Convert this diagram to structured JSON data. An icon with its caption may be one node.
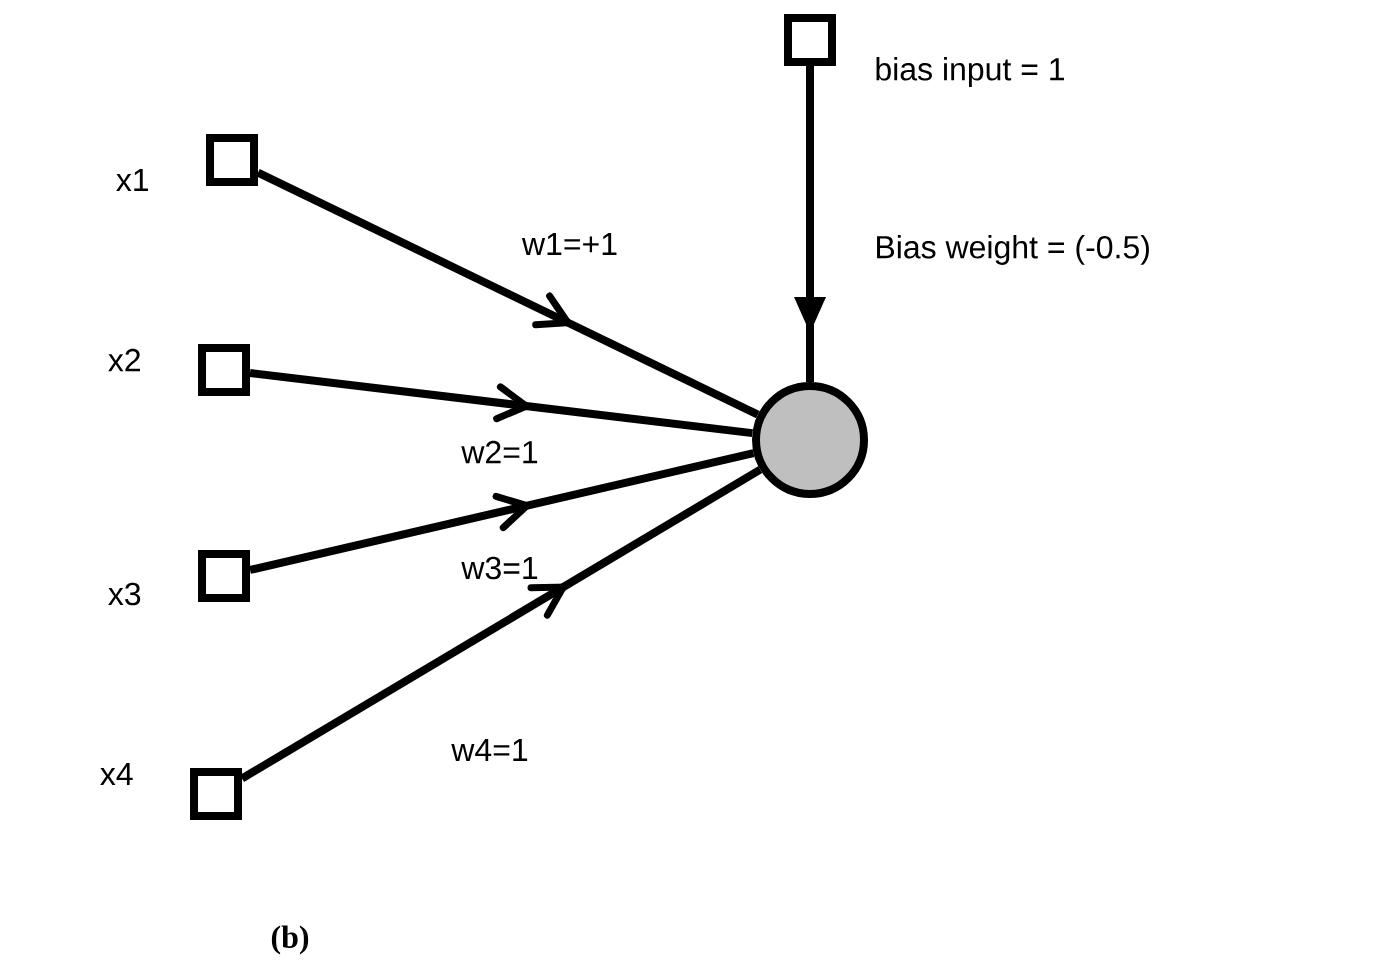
{
  "diagram": {
    "caption": "(b)",
    "nodes": [
      {
        "text": [],
        "shape": "box",
        "beside": [
          "x1"
        ]
      },
      {
        "text": [],
        "shape": "box",
        "beside": [
          "x2"
        ]
      },
      {
        "text": [],
        "shape": "box",
        "beside": [
          "x3"
        ]
      },
      {
        "text": [],
        "shape": "box",
        "beside": [
          "x4"
        ]
      },
      {
        "text": [],
        "shape": "box",
        "beside": [
          "bias input = 1"
        ]
      },
      {
        "text": [],
        "shape": "circle"
      }
    ],
    "edges": [
      {
        "from": 0,
        "to": 5,
        "arrow": "to",
        "label": "w1=+1"
      },
      {
        "from": 1,
        "to": 5,
        "arrow": "to",
        "label": "w2=1"
      },
      {
        "from": 2,
        "to": 5,
        "arrow": "to",
        "label": "w3=1"
      },
      {
        "from": 3,
        "to": 5,
        "arrow": "to",
        "label": "w4=1"
      },
      {
        "from": 4,
        "to": 5,
        "arrow": "to",
        "label": "Bias weight = (-0.5)"
      }
    ]
  }
}
